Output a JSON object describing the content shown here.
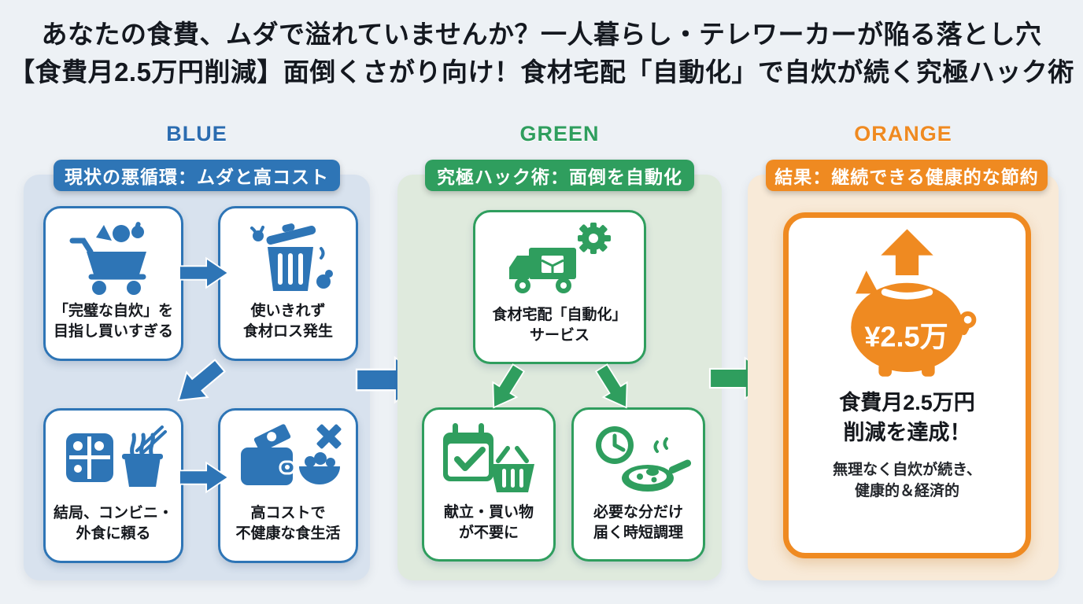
{
  "title": {
    "line1": "あなたの食費、ムダで溢れていませんか？一人暮らし・テレワーカーが陥る落とし穴",
    "line2": "【食費月2.5万円削減】面倒くさがり向け！食材宅配「自動化」で自炊が続く究極ハック術"
  },
  "colors": {
    "blue": "#2e75b6",
    "green": "#2f9e5e",
    "orange": "#ef8a21",
    "blue_panel_bg": "#d8e2ee",
    "green_panel_bg": "#dfeadd",
    "orange_panel_bg": "#f8ead8",
    "page_bg": "#edf1f5"
  },
  "columns": {
    "blue": {
      "name": "BLUE",
      "badge": "現状の悪循環：ムダと高コスト",
      "boxes": [
        {
          "icon": "shopping-cart-icon",
          "label": "「完璧な自炊」を\n目指し買いすぎる"
        },
        {
          "icon": "trash-waste-icon",
          "label": "使いきれず\n食材ロス発生"
        },
        {
          "icon": "bento-ramen-icon",
          "label": "結局、コンビニ・\n外食に頼る"
        },
        {
          "icon": "wallet-salad-x-icon",
          "label": "高コストで\n不健康な食生活"
        }
      ]
    },
    "green": {
      "name": "GREEN",
      "badge": "究極ハック術：面倒を自動化",
      "boxes": [
        {
          "icon": "delivery-truck-gear-icon",
          "label": "食材宅配「自動化」\nサービス"
        },
        {
          "icon": "calendar-basket-icon",
          "label": "献立・買い物\nが不要に"
        },
        {
          "icon": "clock-frying-pan-icon",
          "label": "必要な分だけ\n届く時短調理"
        }
      ]
    },
    "orange": {
      "name": "ORANGE",
      "badge": "結果：継続できる健康的な節約",
      "result": {
        "icon": "piggy-bank-icon",
        "piggy_label": "¥2.5万",
        "headline": "食費月2.5万円\n削減を達成！",
        "subtext": "無理なく自炊が続き、\n健康的＆経済的"
      }
    }
  }
}
